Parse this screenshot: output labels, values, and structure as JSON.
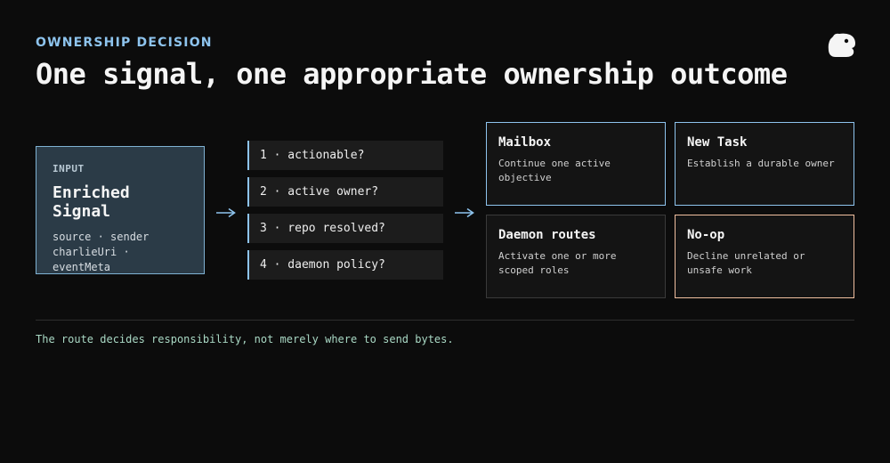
{
  "header": {
    "eyebrow": "OWNERSHIP DECISION",
    "title": "One signal, one appropriate ownership outcome"
  },
  "input": {
    "tag": "INPUT",
    "title": "Enriched Signal",
    "fields_line1": "source · sender",
    "fields_line2": "charlieUri ·",
    "fields_line3": "eventMeta"
  },
  "checks": [
    {
      "label": "1 · actionable?"
    },
    {
      "label": "2 · active owner?"
    },
    {
      "label": "3 · repo resolved?"
    },
    {
      "label": "4 · daemon policy?"
    }
  ],
  "outcomes": [
    {
      "title": "Mailbox",
      "desc": "Continue one active objective",
      "accent": "#8ec4ee"
    },
    {
      "title": "New Task",
      "desc": "Establish a durable owner",
      "accent": "#8ec4ee"
    },
    {
      "title": "Daemon routes",
      "desc": "Activate one or more scoped roles",
      "accent": "#3a3a3a"
    },
    {
      "title": "No-op",
      "desc": "Decline unrelated or unsafe work",
      "accent": "#f0bfa0"
    }
  ],
  "footer": {
    "note": "The route decides responsibility, not merely where to send bytes."
  },
  "colors": {
    "background": "#0c0c0c",
    "accent_blue": "#8ec4ee",
    "accent_peach": "#f0bfa0",
    "footer_green": "#a9d8c4"
  },
  "icons": {
    "logo": "creature-logo-icon",
    "arrow": "right-arrow-icon"
  }
}
